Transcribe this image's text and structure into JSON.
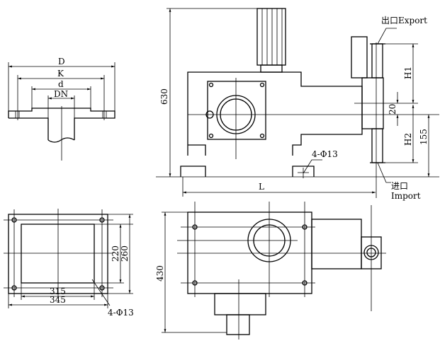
{
  "flange_detail": {
    "labels": {
      "D": "D",
      "K": "K",
      "d": "d",
      "DN": "DN"
    }
  },
  "front_view": {
    "height_label": "630",
    "length_label": "L",
    "bolt_label": "4-Φ13",
    "export_label": "出口Export",
    "import_label_cn": "进口",
    "import_label_en": "Import",
    "h1_label": "H1",
    "h2_label": "H2",
    "offset_label": "20",
    "inlet_height_label": "155"
  },
  "base_plan": {
    "inner_width_label": "315",
    "outer_width_label": "345",
    "inner_depth_label": "220",
    "outer_depth_label": "260",
    "bolt_label": "4-Φ13"
  },
  "top_view": {
    "depth_label": "430"
  }
}
